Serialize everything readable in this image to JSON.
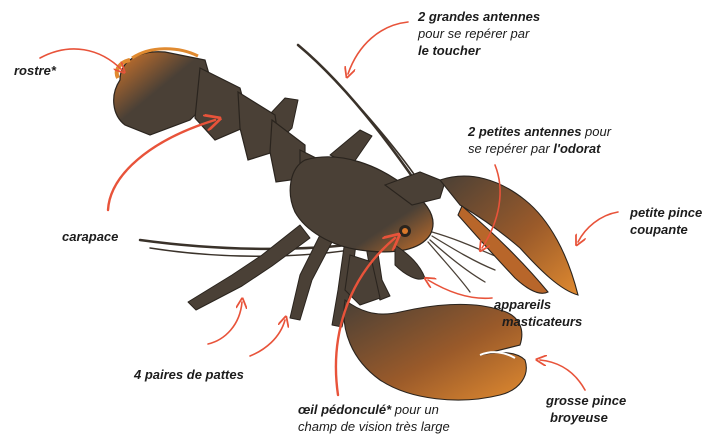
{
  "labels": {
    "rostre": "rostre*",
    "grandes_antennes": {
      "line1_bold": "2 grandes antennes",
      "line2": "pour se repérer par",
      "line3_bold": "le toucher"
    },
    "petites_antennes": {
      "line1_bold": "2 petites antennes",
      "line1_rest": " pour",
      "line2_pre": "se repérer par ",
      "line2_bold": "l'odorat"
    },
    "petite_pince": {
      "line1": "petite pince",
      "line2": "coupante"
    },
    "carapace": "carapace",
    "appareils": {
      "line1": "appareils",
      "line2": "masticateurs"
    },
    "pattes": "4 paires de pattes",
    "oeil": {
      "line1_bold": "œil pédonculé*",
      "line1_rest": " pour un",
      "line2": "champ de vision très large"
    },
    "grosse_pince": {
      "line1": "grosse pince",
      "line2": "broyeuse"
    }
  },
  "colors": {
    "body": "#4a4036",
    "accent": "#d9782a",
    "arrow": "#e8533a",
    "outline": "#2a241e"
  }
}
